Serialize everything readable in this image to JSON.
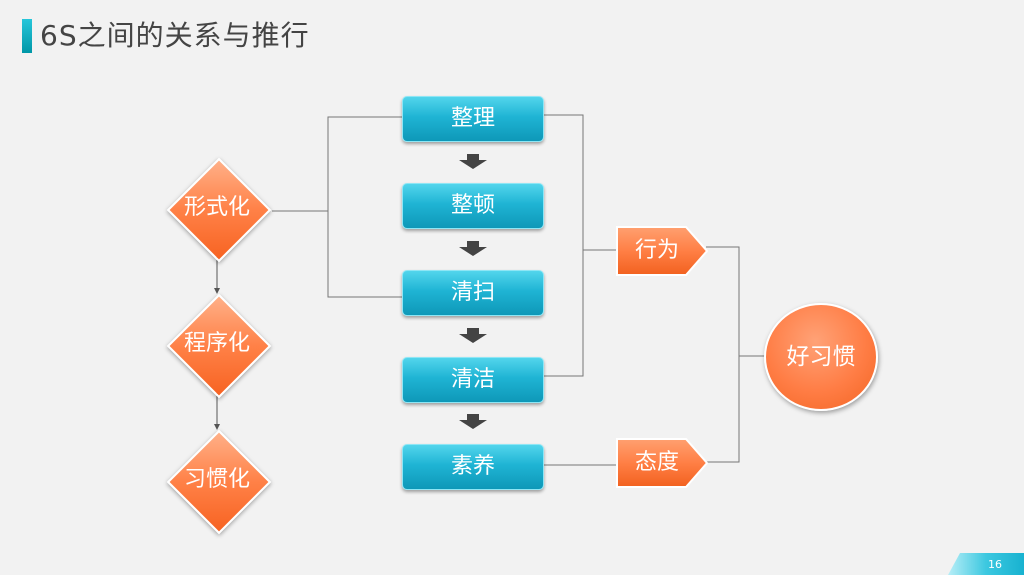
{
  "title": "6S之间的关系与推行",
  "steps": [
    "整理",
    "整顿",
    "清扫",
    "清洁",
    "素养"
  ],
  "stages": [
    "形式化",
    "程序化",
    "习惯化"
  ],
  "aspects": [
    "行为",
    "态度"
  ],
  "result": "好习惯",
  "page_number": "16",
  "colors": {
    "blue": "#1fb4d4",
    "orange": "#ff8147",
    "accent": "#26c6da"
  }
}
